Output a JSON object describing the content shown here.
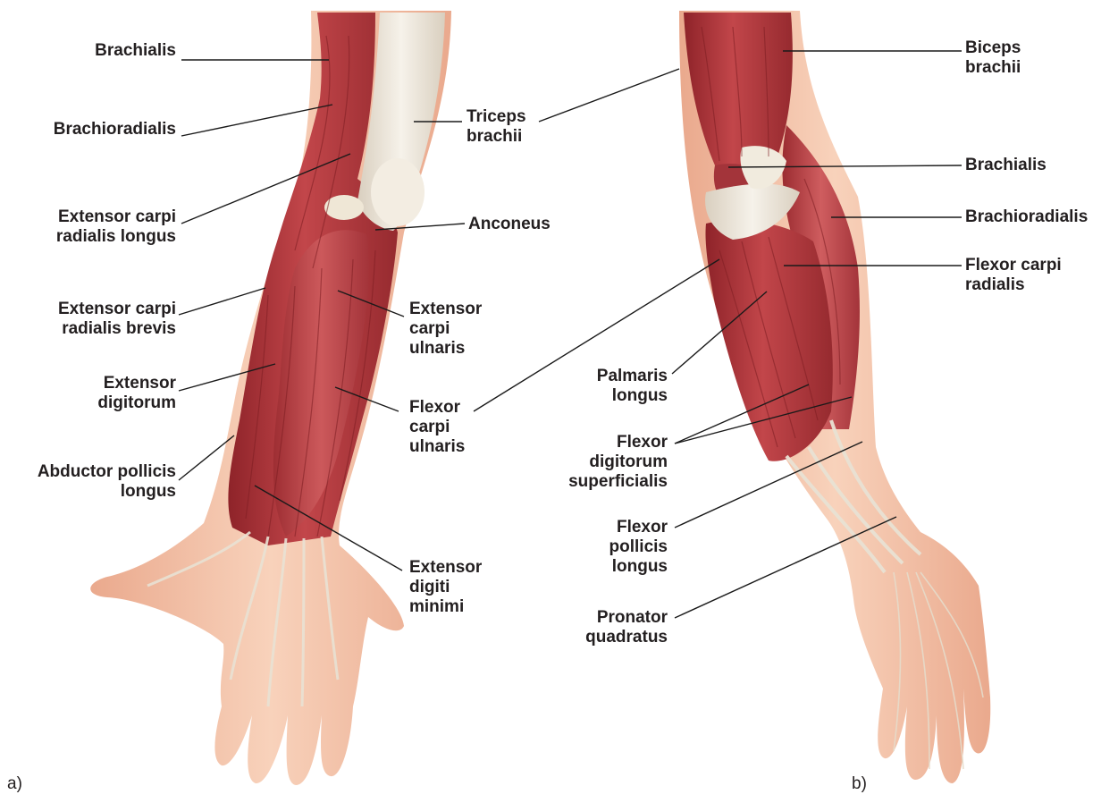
{
  "panels": {
    "a": "a)",
    "b": "b)"
  },
  "colors": {
    "muscle": "#b3373c",
    "muscle_dark": "#8e2329",
    "muscle_light": "#cf5d5f",
    "skin": "#f3bfa3",
    "skin_light": "#f8d4bd",
    "tendon": "#ece6da",
    "line": "#1a1a1a",
    "text": "#231f20"
  },
  "labels_a": {
    "brachialis": [
      "Brachialis"
    ],
    "brachioradialis": [
      "Brachioradialis"
    ],
    "ecrl": [
      "Extensor carpi",
      "radialis longus"
    ],
    "ecrb": [
      "Extensor carpi",
      "radialis brevis"
    ],
    "ext_digitorum": [
      "Extensor",
      "digitorum"
    ],
    "apl": [
      "Abductor pollicis",
      "longus"
    ],
    "triceps": [
      "Triceps",
      "brachii"
    ],
    "anconeus": [
      "Anconeus"
    ],
    "ecu": [
      "Extensor",
      "carpi",
      "ulnaris"
    ],
    "fcu": [
      "Flexor",
      "carpi",
      "ulnaris"
    ],
    "edm": [
      "Extensor",
      "digiti",
      "minimi"
    ]
  },
  "labels_b": {
    "biceps": [
      "Biceps",
      "brachii"
    ],
    "brachialis": [
      "Brachialis"
    ],
    "brachioradialis": [
      "Brachioradialis"
    ],
    "fcr": [
      "Flexor carpi",
      "radialis"
    ],
    "palmaris": [
      "Palmaris",
      "longus"
    ],
    "fds": [
      "Flexor",
      "digitorum",
      "superficialis"
    ],
    "fpl": [
      "Flexor",
      "pollicis",
      "longus"
    ],
    "pronator": [
      "Pronator",
      "quadratus"
    ]
  }
}
